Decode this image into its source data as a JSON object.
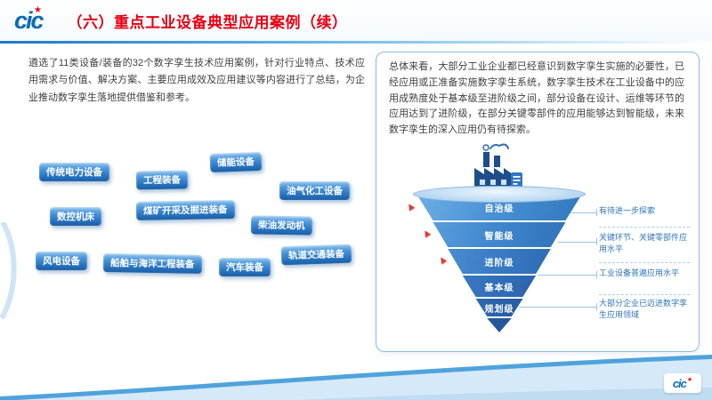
{
  "header": {
    "logo_text": "cic",
    "title": "（六）重点工业设备典型应用案例（续）"
  },
  "left": {
    "intro": "遴选了11类设备/装备的32个数字孪生技术应用案例，针对行业特点、技术应用需求与价值、解决方案、主要应用成效及应用建议等内容进行了总结，为企业推动数字孪生落地提供借鉴和参考。",
    "tags": [
      "传统电力设备",
      "工程装备",
      "储能设备",
      "油气化工设备",
      "数控机床",
      "煤矿开采及掘进装备",
      "柴油发动机",
      "风电设备",
      "船舶与海洋工程装备",
      "汽车装备",
      "轨道交通装备"
    ]
  },
  "right": {
    "summary": "总体来看，大部分工业企业都已经意识到数字孪生实施的必要性，已经应用或正准备实施数字孪生系统，数字孪生技术在工业设备中的应用成熟度处于基本级至进阶级之间，部分设备在设计、运维等环节的应用达到了进阶级，在部分关键零部件的应用能够达到智能级，未来数字孪生的深入应用仍有待探索。",
    "funnel": {
      "levels": [
        "自治级",
        "智能级",
        "进阶级",
        "基本级",
        "规划级"
      ],
      "annotations": [
        "有待进一步探索",
        "关键环节、关键零部件应用水平",
        "工业设备普遍应用水平",
        "大部分企业已迈进数字孪生应用领域"
      ]
    }
  },
  "footer": {
    "logo_text": "cic"
  },
  "icons": {
    "arrow_up": "▲",
    "star": "★"
  },
  "colors": {
    "title_red": "#E60012",
    "brand_blue": "#0C6CB5",
    "panel_border": "#8FBCE4",
    "annotation_blue": "#2E75B6",
    "tag_blue": "#2F7CC4",
    "funnel_top": "#4A92D6",
    "funnel_bottom": "#154384"
  }
}
